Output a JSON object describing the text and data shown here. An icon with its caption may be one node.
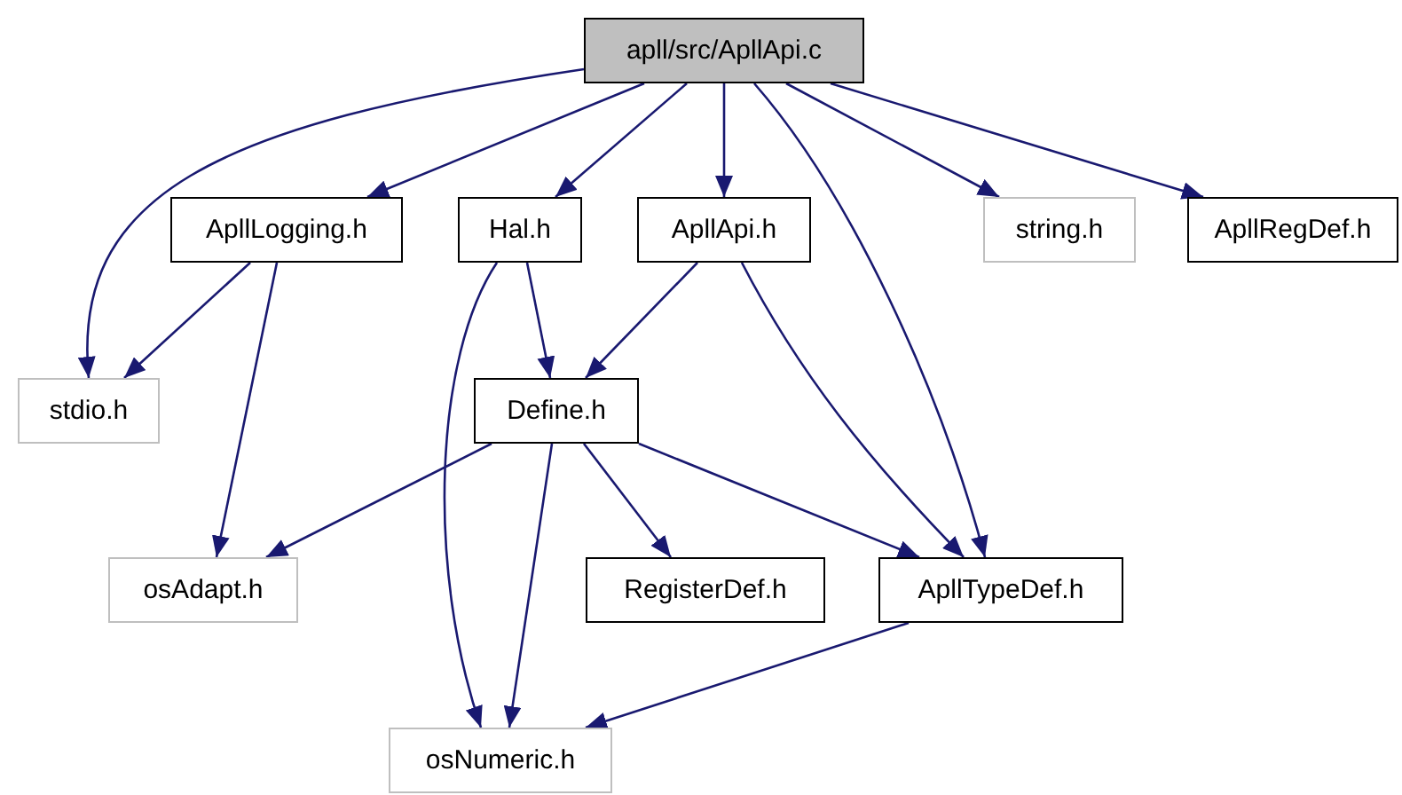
{
  "diagram": {
    "nodes": [
      {
        "text": [
          "apll/src/ApllApi.c"
        ]
      },
      {
        "text": [
          "ApllLogging.h"
        ]
      },
      {
        "text": [
          "Hal.h"
        ]
      },
      {
        "text": [
          "ApllApi.h"
        ]
      },
      {
        "text": [
          "string.h"
        ]
      },
      {
        "text": [
          "ApllRegDef.h"
        ]
      },
      {
        "text": [
          "stdio.h"
        ]
      },
      {
        "text": [
          "Define.h"
        ]
      },
      {
        "text": [
          "osAdapt.h"
        ]
      },
      {
        "text": [
          "RegisterDef.h"
        ]
      },
      {
        "text": [
          "ApllTypeDef.h"
        ]
      },
      {
        "text": [
          "osNumeric.h"
        ]
      }
    ],
    "edges": [
      {
        "from": 0,
        "to": 6,
        "arrow": "to"
      },
      {
        "from": 0,
        "to": 1,
        "arrow": "to"
      },
      {
        "from": 0,
        "to": 2,
        "arrow": "to"
      },
      {
        "from": 0,
        "to": 3,
        "arrow": "to"
      },
      {
        "from": 0,
        "to": 10,
        "arrow": "to"
      },
      {
        "from": 0,
        "to": 4,
        "arrow": "to"
      },
      {
        "from": 0,
        "to": 5,
        "arrow": "to"
      },
      {
        "from": 1,
        "to": 6,
        "arrow": "to"
      },
      {
        "from": 1,
        "to": 8,
        "arrow": "to"
      },
      {
        "from": 2,
        "to": 11,
        "arrow": "to"
      },
      {
        "from": 2,
        "to": 7,
        "arrow": "to"
      },
      {
        "from": 3,
        "to": 7,
        "arrow": "to"
      },
      {
        "from": 3,
        "to": 10,
        "arrow": "to"
      },
      {
        "from": 7,
        "to": 8,
        "arrow": "to"
      },
      {
        "from": 7,
        "to": 11,
        "arrow": "to"
      },
      {
        "from": 7,
        "to": 9,
        "arrow": "to"
      },
      {
        "from": 7,
        "to": 10,
        "arrow": "to"
      },
      {
        "from": 10,
        "to": 11,
        "arrow": "to"
      }
    ]
  }
}
